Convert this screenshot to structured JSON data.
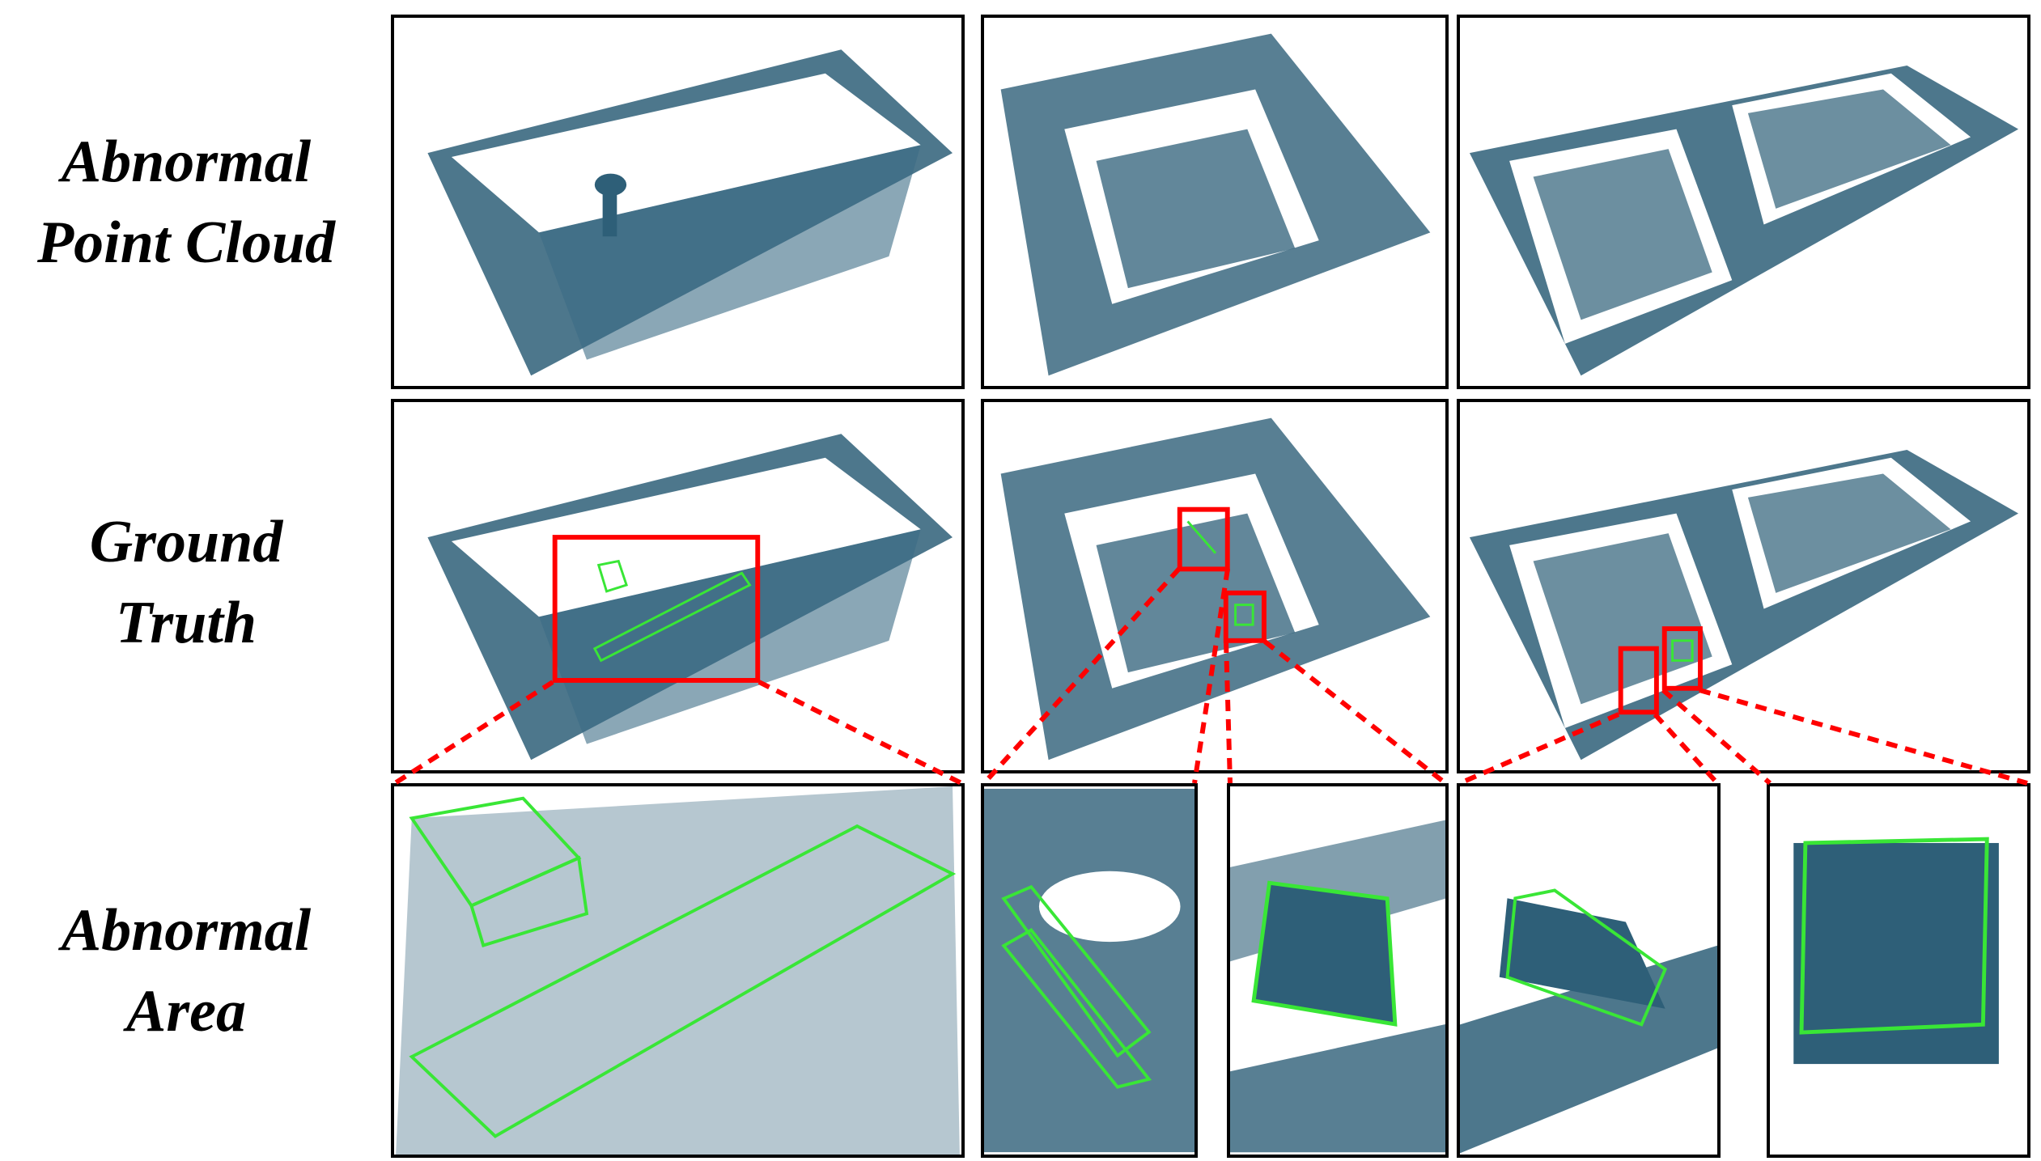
{
  "rows": {
    "abnormal_point_cloud": "Abnormal\nPoint Cloud",
    "ground_truth": "Ground\nTruth",
    "abnormal_area": "Abnormal\nArea"
  },
  "colors": {
    "points": "#2e5f78",
    "bbox_green": "#39e636",
    "highlight_red": "#ff0000",
    "border": "#000000"
  }
}
